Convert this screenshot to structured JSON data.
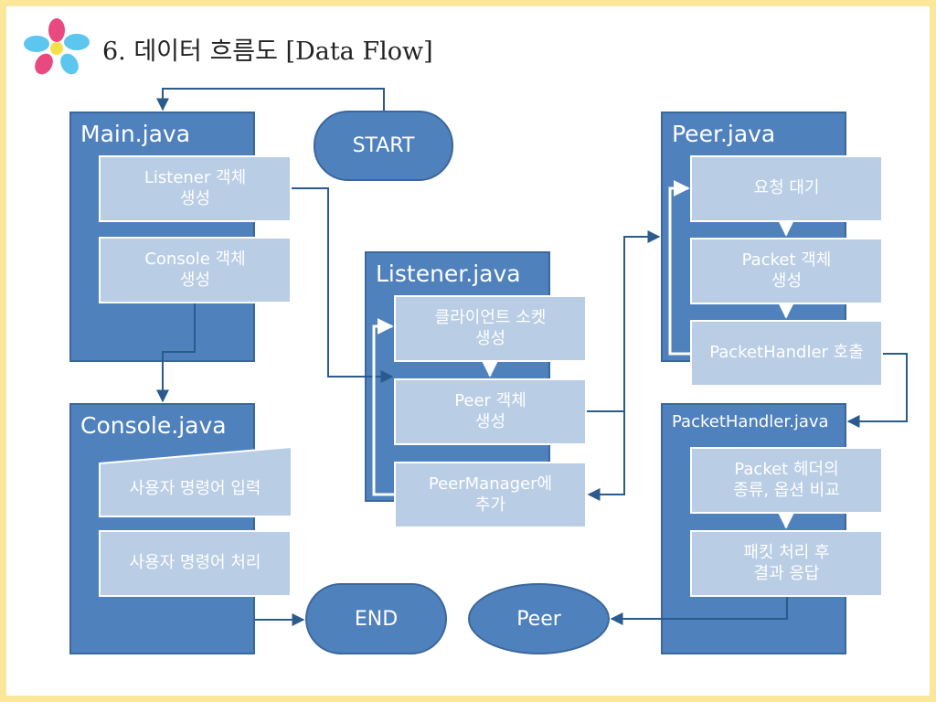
{
  "title": "6. 데이터 흐름도 [Data Flow]",
  "colors": {
    "panel": "#4f81bd",
    "box": "#b9cde5",
    "line": "#2b5a8e",
    "frame": "#fbe79a"
  },
  "terminals": {
    "start": "START",
    "end": "END",
    "peer": "Peer"
  },
  "main": {
    "title": "Main.java",
    "listener_box": "Listener 객체\n생성",
    "console_box": "Console 객체\n생성"
  },
  "console": {
    "title": "Console.java",
    "input_box": "사용자 명령어 입력",
    "process_box": "사용자 명령어 처리"
  },
  "listener": {
    "title": "Listener.java",
    "socket_box": "클라이언트 소켓\n생성",
    "peer_box": "Peer 객체\n생성",
    "manager_box": "PeerManager에\n추가"
  },
  "peer": {
    "title": "Peer.java",
    "wait_box": "요청 대기",
    "packet_box": "Packet 객체\n생성",
    "handler_box": "PacketHandler 호출"
  },
  "handler": {
    "title": "PacketHandler.java",
    "compare_box": "Packet 헤더의\n종류, 옵션 비교",
    "respond_box": "패킷 처리 후\n결과 응답"
  }
}
